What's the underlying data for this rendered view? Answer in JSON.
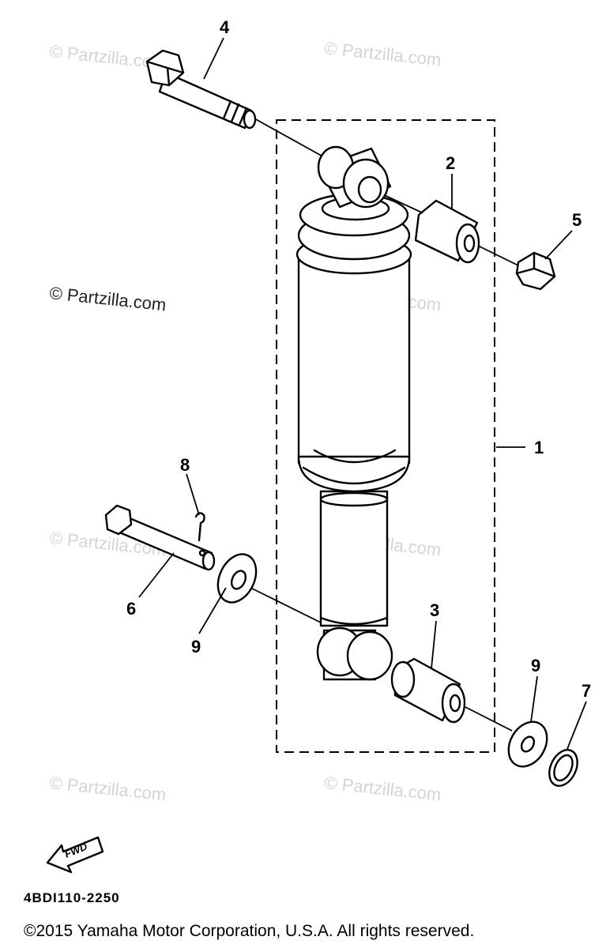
{
  "watermarks": {
    "faint": "© Partzilla.com",
    "prominent": "© Partzilla.com"
  },
  "callouts": {
    "c1": "1",
    "c2": "2",
    "c3": "3",
    "c4": "4",
    "c5": "5",
    "c6": "6",
    "c7": "7",
    "c8": "8",
    "c9a": "9",
    "c9b": "9"
  },
  "fwd_label": "FWD",
  "drawing_code": "4BDI110-2250",
  "copyright": "©2015  Yamaha Motor Corporation, U.S.A. All rights reserved."
}
